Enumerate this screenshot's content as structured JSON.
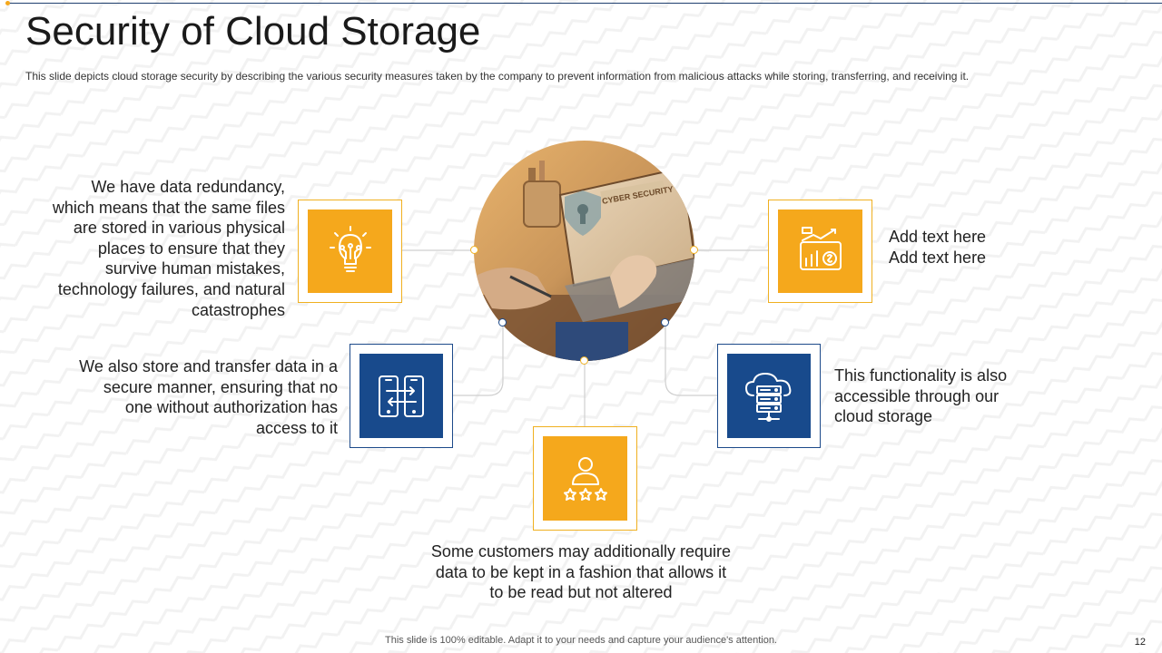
{
  "slide": {
    "title": "Security of Cloud Storage",
    "subtitle": "This slide depicts cloud storage security by describing the various  security measures taken by the company to prevent  information from malicious attacks while storing, transferring,  and receiving  it.",
    "footer": "This slide is 100% editable. Adapt it to your needs and capture your audience's attention.",
    "page_number": "12"
  },
  "photo": {
    "screen_text": "CYBER SECURITY"
  },
  "items": {
    "top_left": {
      "icon": "lightbulb-circuit-icon",
      "lines": [
        "We have data redundancy,",
        "which means that the same files",
        "are stored in various physical",
        "places to ensure that they",
        "survive human mistakes,",
        "technology failures, and natural",
        "catastrophes"
      ]
    },
    "mid_left": {
      "icon": "secure-transfer-icon",
      "lines": [
        "We also store and transfer data in a",
        "secure manner, ensuring that no",
        "one without authorization has",
        "access to it"
      ]
    },
    "bottom": {
      "icon": "customer-rating-icon",
      "lines": [
        "Some customers may additionally require",
        "data to be kept in a fashion that allows it",
        "to be read but not altered"
      ]
    },
    "mid_right": {
      "icon": "cloud-server-icon",
      "lines": [
        "This functionality is also",
        "accessible through our",
        "cloud storage"
      ]
    },
    "top_right": {
      "icon": "growth-chart-icon",
      "lines": [
        "Add text here",
        "Add text here"
      ]
    }
  },
  "colors": {
    "accent": "#f5a81c",
    "navy": "#184a8c",
    "title": "#1a1a1a",
    "rule": "#1f3f6e"
  }
}
